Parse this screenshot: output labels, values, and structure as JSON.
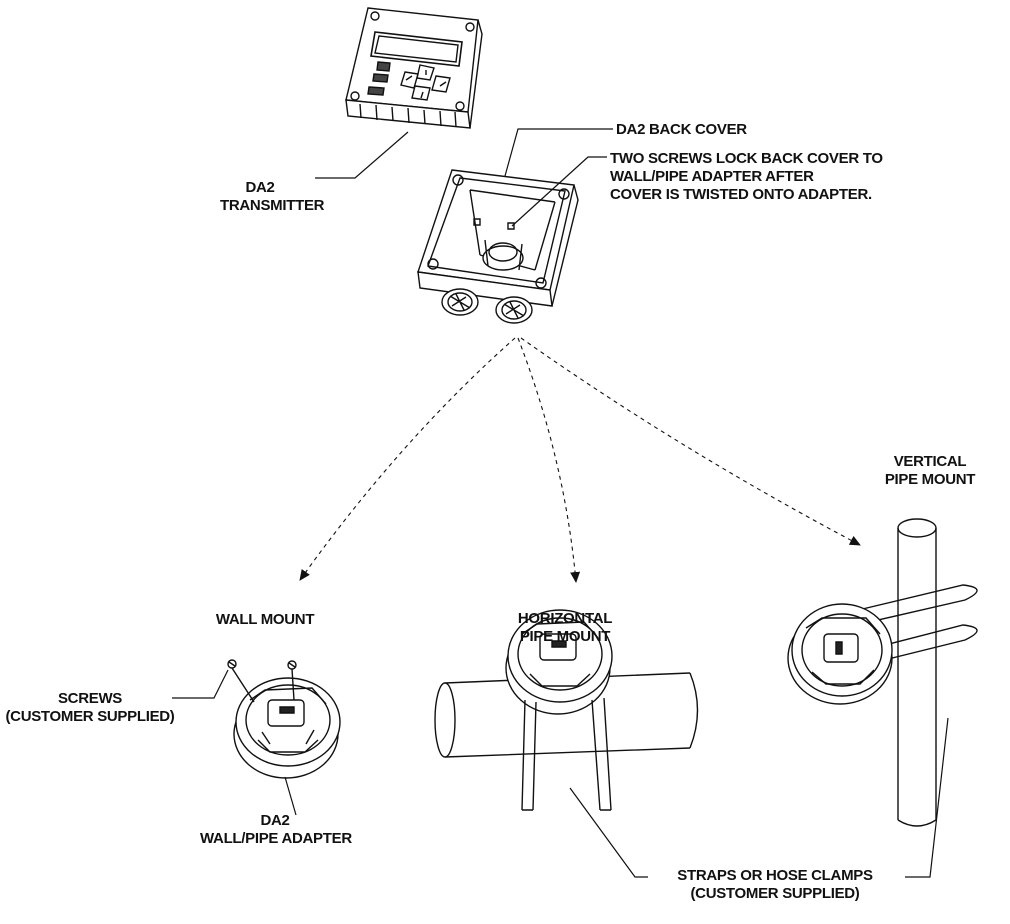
{
  "labels": {
    "transmitter": [
      "DA2",
      "TRANSMITTER"
    ],
    "back_cover": "DA2 BACK COVER",
    "screws_note": [
      "TWO SCREWS LOCK BACK COVER TO",
      "WALL/PIPE ADAPTER AFTER",
      "COVER IS TWISTED ONTO ADAPTER."
    ],
    "vertical_mount": [
      "VERTICAL",
      "PIPE MOUNT"
    ],
    "wall_mount": "WALL MOUNT",
    "horizontal_mount": [
      "HORIZONTAL",
      "PIPE MOUNT"
    ],
    "screws": [
      "SCREWS",
      "(CUSTOMER SUPPLIED)"
    ],
    "adapter": [
      "DA2",
      "WALL/PIPE ADAPTER"
    ],
    "straps": [
      "STRAPS OR HOSE CLAMPS",
      "(CUSTOMER SUPPLIED)"
    ]
  }
}
